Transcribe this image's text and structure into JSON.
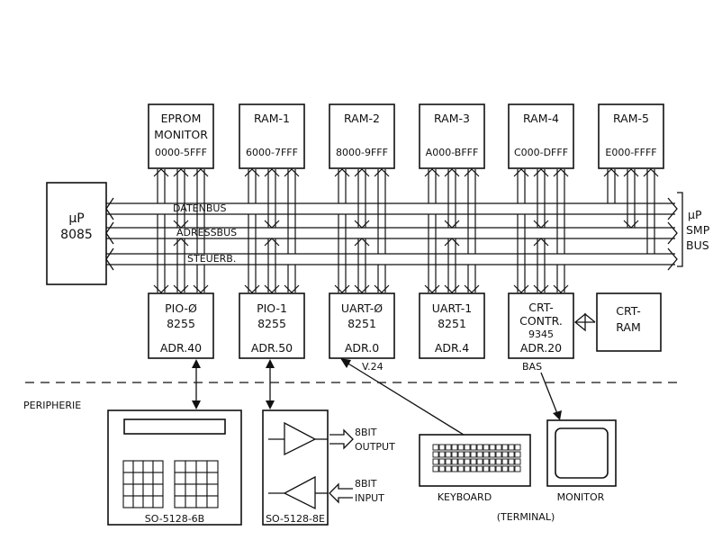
{
  "cpu": {
    "line1": "µP",
    "line2": "8085"
  },
  "memory": [
    {
      "name": "EPROM",
      "sub": "MONITOR",
      "addr": "0000-5FFF"
    },
    {
      "name": "RAM-1",
      "sub": "",
      "addr": "6000-7FFF"
    },
    {
      "name": "RAM-2",
      "sub": "",
      "addr": "8000-9FFF"
    },
    {
      "name": "RAM-3",
      "sub": "",
      "addr": "A000-BFFF"
    },
    {
      "name": "RAM-4",
      "sub": "",
      "addr": "C000-DFFF"
    },
    {
      "name": "RAM-5",
      "sub": "",
      "addr": "E000-FFFF"
    }
  ],
  "io": [
    {
      "name": "PIO-Ø",
      "chip": "8255",
      "sub": "",
      "addr": "ADR.40"
    },
    {
      "name": "PIO-1",
      "chip": "8255",
      "sub": "",
      "addr": "ADR.50"
    },
    {
      "name": "UART-Ø",
      "chip": "8251",
      "sub": "",
      "addr": "ADR.0"
    },
    {
      "name": "UART-1",
      "chip": "8251",
      "sub": "",
      "addr": "ADR.4"
    },
    {
      "name": "CRT-",
      "chip": "CONTR.",
      "sub": "9345",
      "addr": "ADR.20"
    }
  ],
  "crt_ram": {
    "line1": "CRT-",
    "line2": "RAM"
  },
  "buses": {
    "data": "DATENBUS",
    "address": "ADRESSBUS",
    "control": "STEUERB."
  },
  "smp_bus": {
    "line1": "µP",
    "line2": "SMP",
    "line3": "BUS"
  },
  "signals": {
    "v24": "V.24",
    "bas": "BAS"
  },
  "peripherals": {
    "section": "PERIPHERIE",
    "keypad_module": "SO-5128-6B",
    "io_module": "SO-5128-8E",
    "output": {
      "line1": "8BIT",
      "line2": "OUTPUT"
    },
    "input": {
      "line1": "8BIT",
      "line2": "INPUT"
    },
    "keyboard": "KEYBOARD",
    "monitor": "MONITOR",
    "terminal": "(TERMINAL)"
  }
}
